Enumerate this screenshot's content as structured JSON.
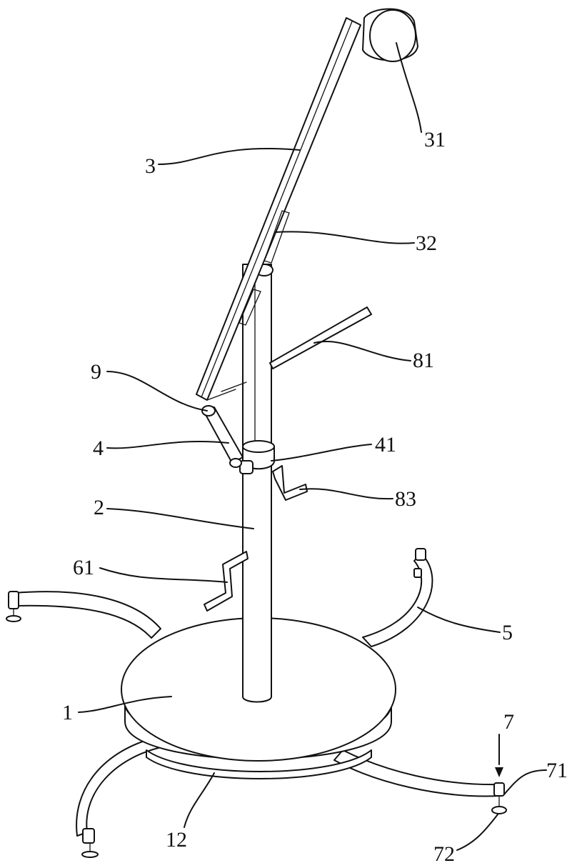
{
  "figure": {
    "labels": {
      "base": "1",
      "pole": "2",
      "arm": "3",
      "link": "4",
      "leg": "5",
      "foot": "7",
      "hinge": "9",
      "base_ring": "12",
      "arm_end_cap": "31",
      "arm_slot": "32",
      "collar": "41",
      "lower_crank": "61",
      "foot_pin": "71",
      "foot_pad": "72",
      "upper_rod": "81",
      "mid_crank": "83"
    }
  }
}
